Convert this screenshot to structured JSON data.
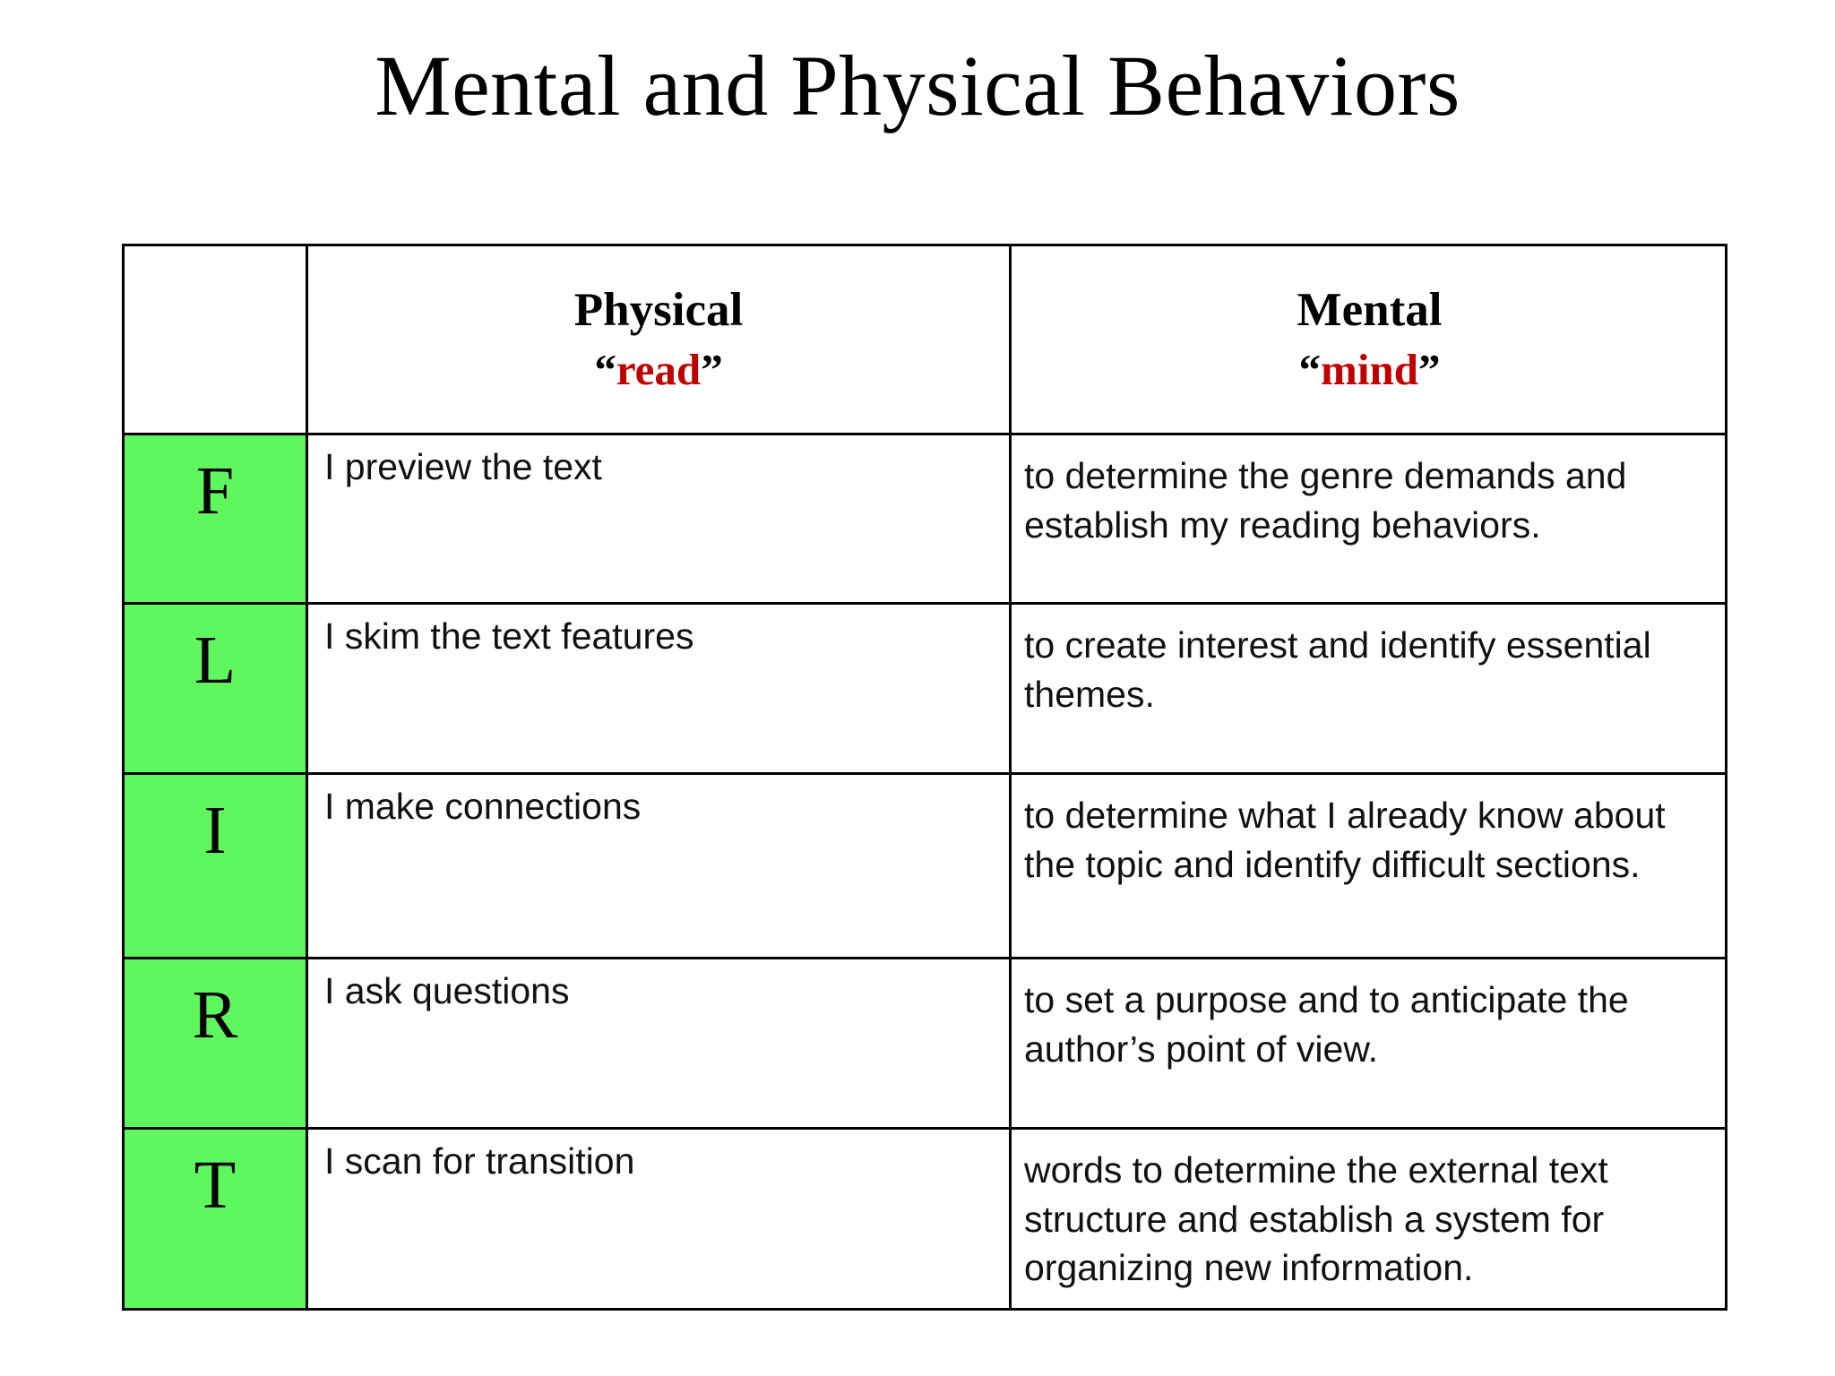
{
  "slide": {
    "title": "Mental and Physical Behaviors",
    "background_color": "#FFFFFF",
    "accent_color": "#C00000",
    "highlight_color": "#5EF85E",
    "text_color": "#000000"
  },
  "table": {
    "columns": [
      {
        "key": "letter",
        "header": ""
      },
      {
        "key": "physical",
        "header_main": "Physical",
        "header_quote_open": "“",
        "header_keyword": "read",
        "header_quote_close": "”"
      },
      {
        "key": "mental",
        "header_main": "Mental",
        "header_quote_open": "“",
        "header_keyword": "mind",
        "header_quote_close": "”"
      }
    ],
    "rows": [
      {
        "letter": "F",
        "physical": "I preview the text",
        "mental": "to determine the genre demands and establish my reading behaviors."
      },
      {
        "letter": "L",
        "physical": "I skim the text features",
        "mental": "to create interest and identify essential themes."
      },
      {
        "letter": "I",
        "physical": "I make connections",
        "mental": "to determine what I already know about the topic and identify difficult sections."
      },
      {
        "letter": "R",
        "physical": "I ask questions",
        "mental": "to set a purpose and to anticipate the author’s point of view."
      },
      {
        "letter": "T",
        "physical": "I scan for transition",
        "mental": "words to determine the external text structure and establish a system for organizing new information."
      }
    ]
  }
}
